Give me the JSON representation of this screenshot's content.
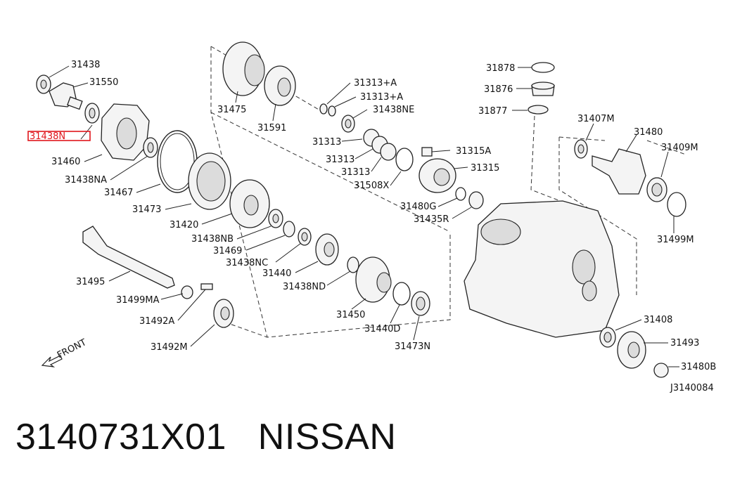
{
  "labels": {
    "p31438": "31438",
    "p31550": "31550",
    "p31438N": "31438N",
    "p31460": "31460",
    "p31438NA": "31438NA",
    "p31467": "31467",
    "p31473": "31473",
    "p31420": "31420",
    "p31438NB": "31438NB",
    "p31469": "31469",
    "p31438NC": "31438NC",
    "p31440": "31440",
    "p31438ND": "31438ND",
    "p31495": "31495",
    "p31499MA": "31499MA",
    "p31492A": "31492A",
    "p31492M": "31492M",
    "p31450": "31450",
    "p31440D": "31440D",
    "p31473N": "31473N",
    "p31475": "31475",
    "p31591": "31591",
    "p31313A1": "31313+A",
    "p31313A2": "31313+A",
    "p31438NE": "31438NE",
    "p31313a": "31313",
    "p31313b": "31313",
    "p31313c": "31313",
    "p31508X": "31508X",
    "p31315A": "31315A",
    "p31315": "31315",
    "p31480G": "31480G",
    "p31435R": "31435R",
    "p31878": "31878",
    "p31876": "31876",
    "p31877": "31877",
    "p31407M": "31407M",
    "p31480": "31480",
    "p31409M": "31409M",
    "p31499M": "31499M",
    "p31408": "31408",
    "p31493": "31493",
    "p31480B": "31480B",
    "front": "FRONT",
    "drawing_code": "J3140084"
  },
  "caption": "3140731X01   NISSAN",
  "highlight_color": "#e0161c"
}
